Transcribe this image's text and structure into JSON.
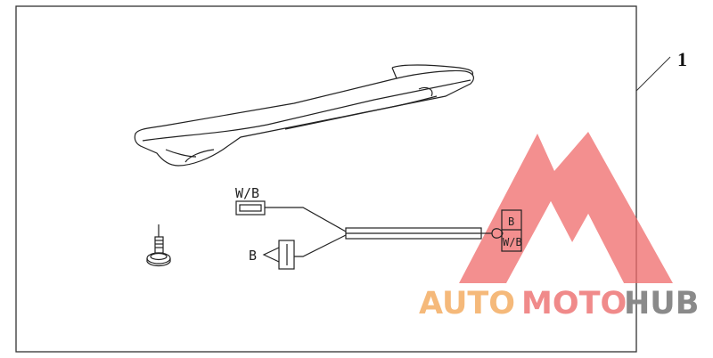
{
  "diagram": {
    "callout_number": "1",
    "connector_label_top": "W/B",
    "connector_label_bottom": "B",
    "plug_label_top": "B",
    "plug_label_bottom": "W/B"
  },
  "watermark": {
    "word_part1": "AUTO",
    "word_part2": "MOTO",
    "word_part3": "HUB",
    "color_orange": "#f5b97a",
    "color_pink": "#f08a8a",
    "color_gray": "#8a8a8a"
  }
}
